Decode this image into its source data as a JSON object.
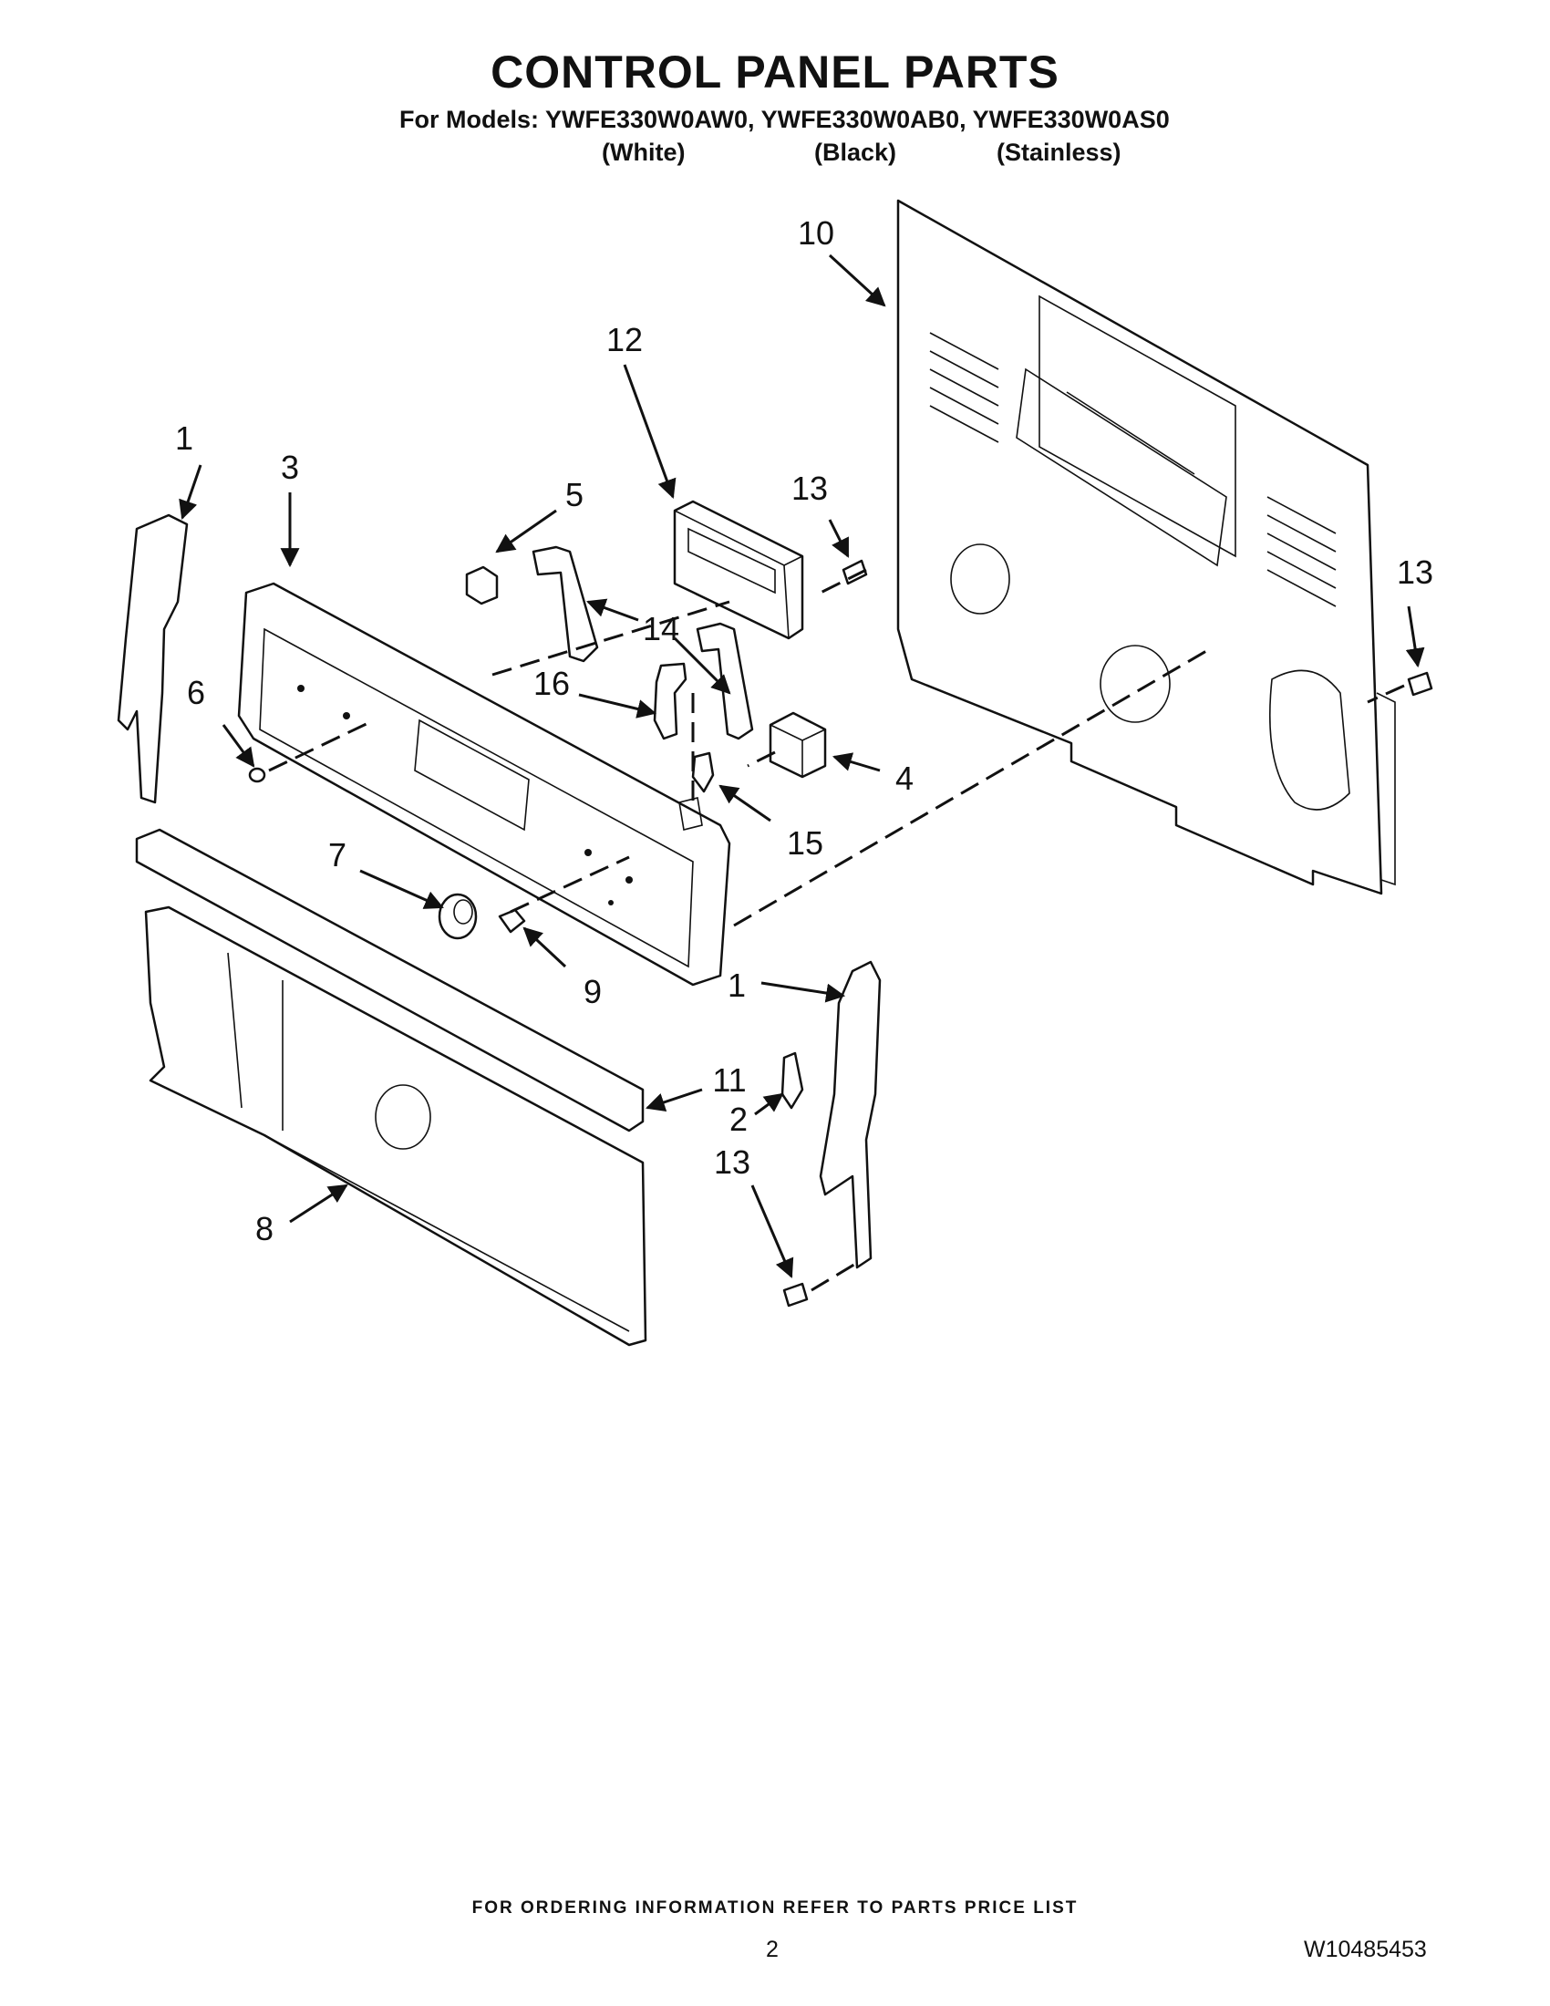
{
  "header": {
    "title": "CONTROL PANEL PARTS",
    "models_line": "For Models: YWFE330W0AW0, YWFE330W0AB0, YWFE330W0AS0",
    "variants": [
      "(White)",
      "(Black)",
      "(Stainless)"
    ]
  },
  "callouts": {
    "c1a": "1",
    "c1b": "1",
    "c2": "2",
    "c3": "3",
    "c4": "4",
    "c5": "5",
    "c6": "6",
    "c7": "7",
    "c8": "8",
    "c9": "9",
    "c10": "10",
    "c11": "11",
    "c12": "12",
    "c13a": "13",
    "c13b": "13",
    "c13c": "13",
    "c14": "14",
    "c15": "15",
    "c16": "16"
  },
  "footer": {
    "note": "FOR ORDERING INFORMATION REFER TO PARTS PRICE LIST",
    "page_number": "2",
    "document_number": "W10485453"
  }
}
